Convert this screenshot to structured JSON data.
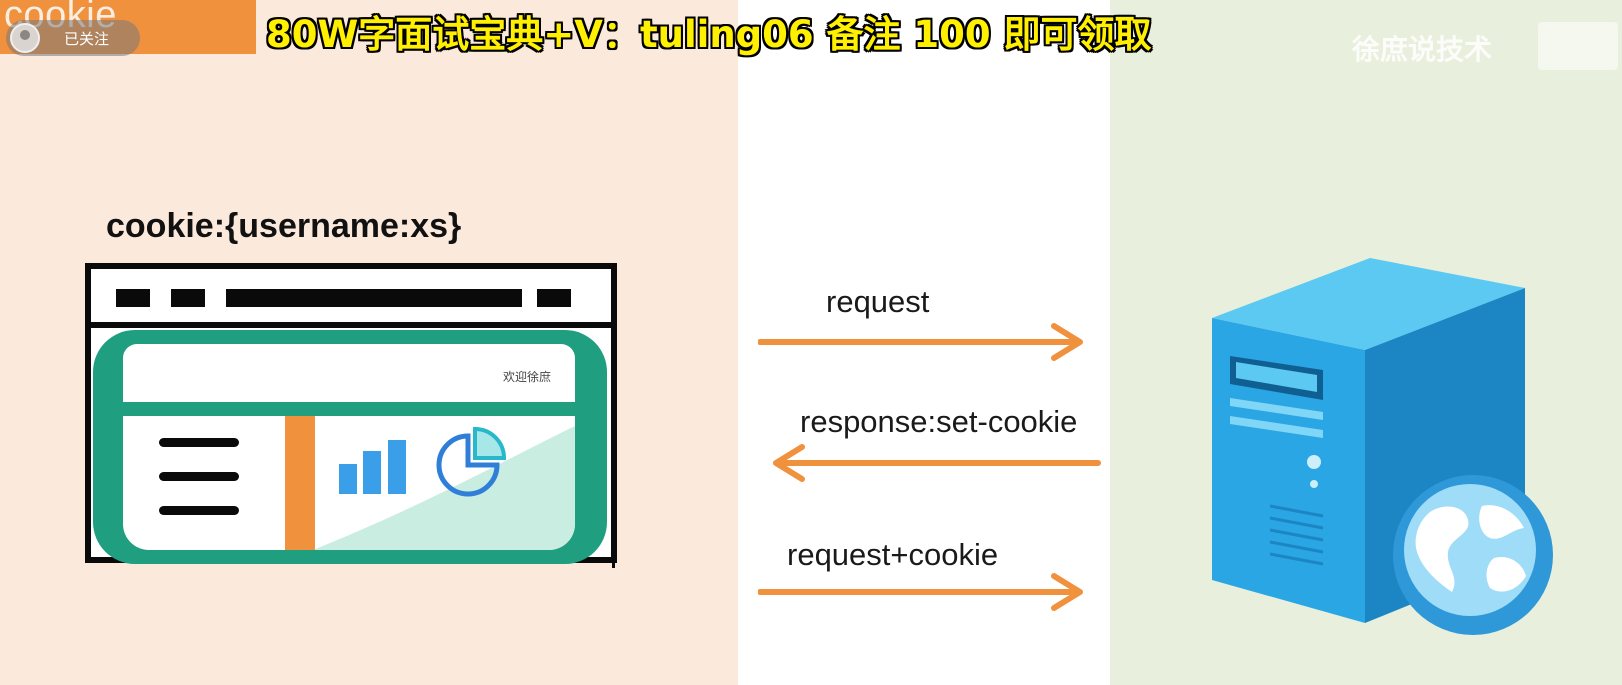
{
  "header": {
    "chip_word": "cookie",
    "follow_label": "已关注",
    "banner": "80W字面试宝典+V：tuling06 备注 100 即可领取",
    "watermark": "徐庶说技术"
  },
  "diagram": {
    "cookie_label": "cookie:{username:xs}",
    "welcome_text": "欢迎徐庶",
    "arrows": [
      {
        "label": "request",
        "direction": "right"
      },
      {
        "label": "response:set-cookie",
        "direction": "left"
      },
      {
        "label": "request+cookie",
        "direction": "right"
      }
    ]
  },
  "colors": {
    "left_panel": "#fbe9dc",
    "right_panel": "#e8efdc",
    "arrow": "#f0913e",
    "screen": "#1f9e80",
    "server": "#2aa6e4",
    "banner": "#ffef00"
  },
  "icons": {
    "browser": "browser-window-icon",
    "bar_chart": "bar-chart-icon",
    "pie_chart": "pie-chart-icon",
    "server": "server-tower-icon",
    "globe": "globe-icon"
  }
}
